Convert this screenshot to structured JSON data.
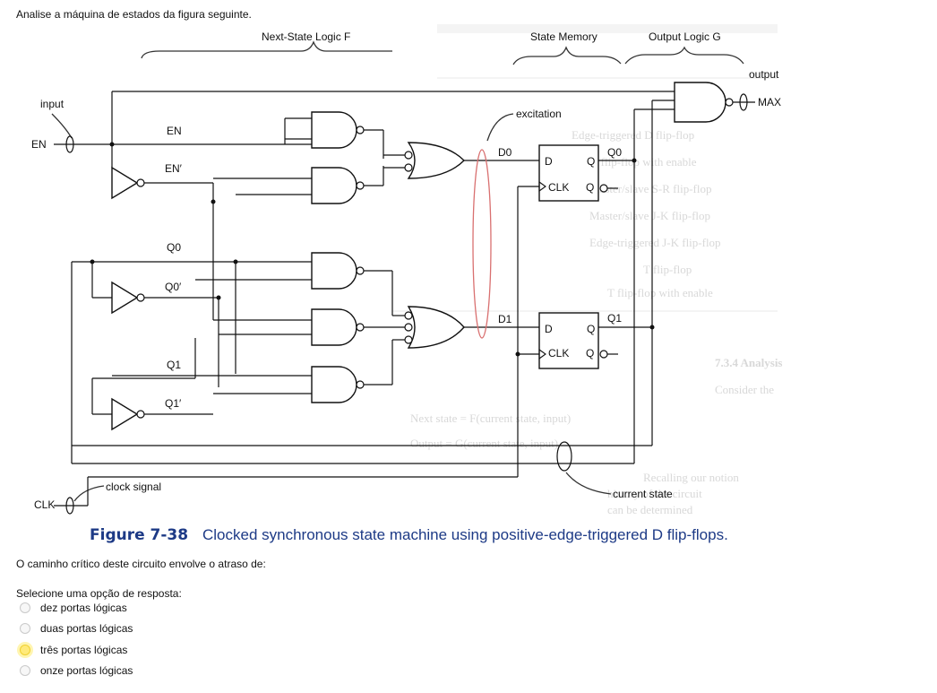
{
  "question": {
    "text": "Analise a máquina de estados da figura seguinte."
  },
  "figure": {
    "section_next_state": "Next-State Logic F",
    "section_memory": "State Memory",
    "section_output": "Output Logic G",
    "label_input": "input",
    "label_en": "EN",
    "label_en_gate": "EN",
    "label_en_not": "EN′",
    "label_q0": "Q0",
    "label_q0_not": "Q0′",
    "label_q1": "Q1",
    "label_q1_not": "Q1′",
    "label_excitation": "excitation",
    "label_d0": "D0",
    "label_d1": "D1",
    "label_q0_out": "Q0",
    "label_q1_out": "Q1",
    "label_d": "D",
    "label_q": "Q",
    "label_clk_pin": "CLK",
    "label_output": "output",
    "label_max": "MAX",
    "label_clock_signal": "clock signal",
    "label_clk": "CLK",
    "label_current_state": "current state",
    "caption_prefix": "Figure 7-38",
    "caption_text": "Clocked synchronous state machine using positive-edge-triggered D flip-flops."
  },
  "prompt": {
    "text": "O caminho crítico deste circuito envolve o atraso de:"
  },
  "answer": {
    "label": "Selecione uma opção de resposta:",
    "options": [
      {
        "label": "dez portas lógicas",
        "selected": false
      },
      {
        "label": "duas portas lógicas",
        "selected": false
      },
      {
        "label": "três portas lógicas",
        "selected": true
      },
      {
        "label": "onze portas lógicas",
        "selected": false
      }
    ]
  },
  "colors": {
    "selected_radio": "#ffea7a",
    "excitation_loop": "#d97070"
  }
}
